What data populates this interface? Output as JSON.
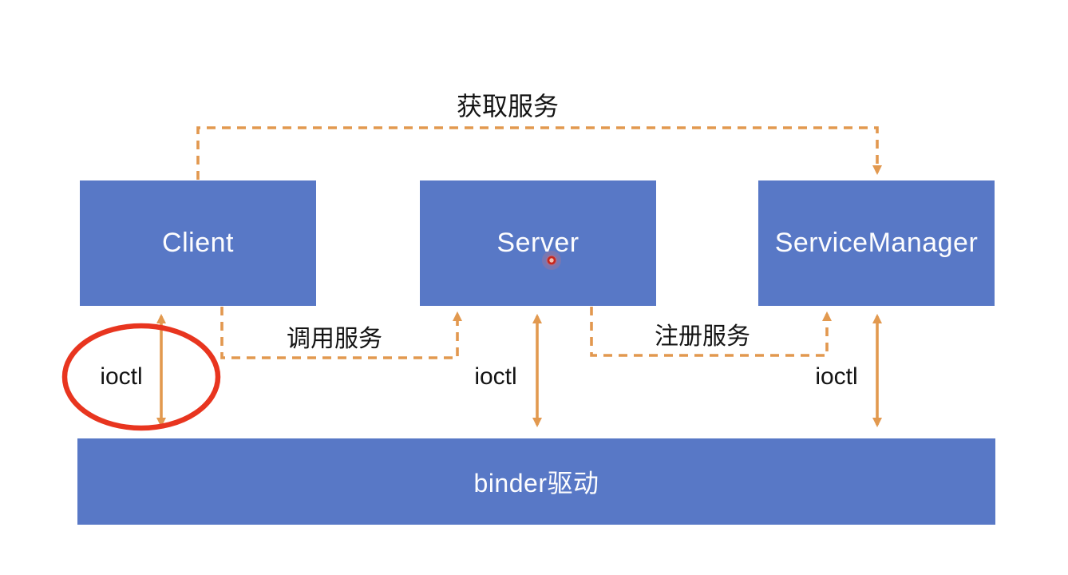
{
  "diagram": {
    "nodes": [
      {
        "id": "client",
        "label": "Client"
      },
      {
        "id": "server",
        "label": "Server"
      },
      {
        "id": "service_manager",
        "label": "ServiceManager"
      },
      {
        "id": "binder_driver",
        "label": "binder驱动"
      }
    ],
    "edges": [
      {
        "id": "get_service",
        "label": "获取服务",
        "from": "Client",
        "to": "ServiceManager",
        "style": "dashed"
      },
      {
        "id": "call_service",
        "label": "调用服务",
        "from": "Client",
        "to": "Server",
        "style": "dashed"
      },
      {
        "id": "register_service",
        "label": "注册服务",
        "from": "Server",
        "to": "ServiceManager",
        "style": "dashed"
      },
      {
        "id": "ioctl_client",
        "label": "ioctl",
        "from": "Client",
        "to": "binder驱动",
        "style": "solid-double"
      },
      {
        "id": "ioctl_server",
        "label": "ioctl",
        "from": "Server",
        "to": "binder驱动",
        "style": "solid-double"
      },
      {
        "id": "ioctl_sm",
        "label": "ioctl",
        "from": "ServiceManager",
        "to": "binder驱动",
        "style": "solid-double"
      }
    ],
    "annotations": [
      {
        "type": "ellipse-highlight",
        "target": "ioctl_client"
      },
      {
        "type": "laser-pointer-dot",
        "target": "server"
      }
    ],
    "colors": {
      "node_fill": "#5878C6",
      "node_text": "#FDFDFE",
      "arrow_orange": "#E2984F",
      "highlight_red": "#E8351F",
      "label_text": "#141414",
      "background": "#FFFFFF"
    }
  }
}
